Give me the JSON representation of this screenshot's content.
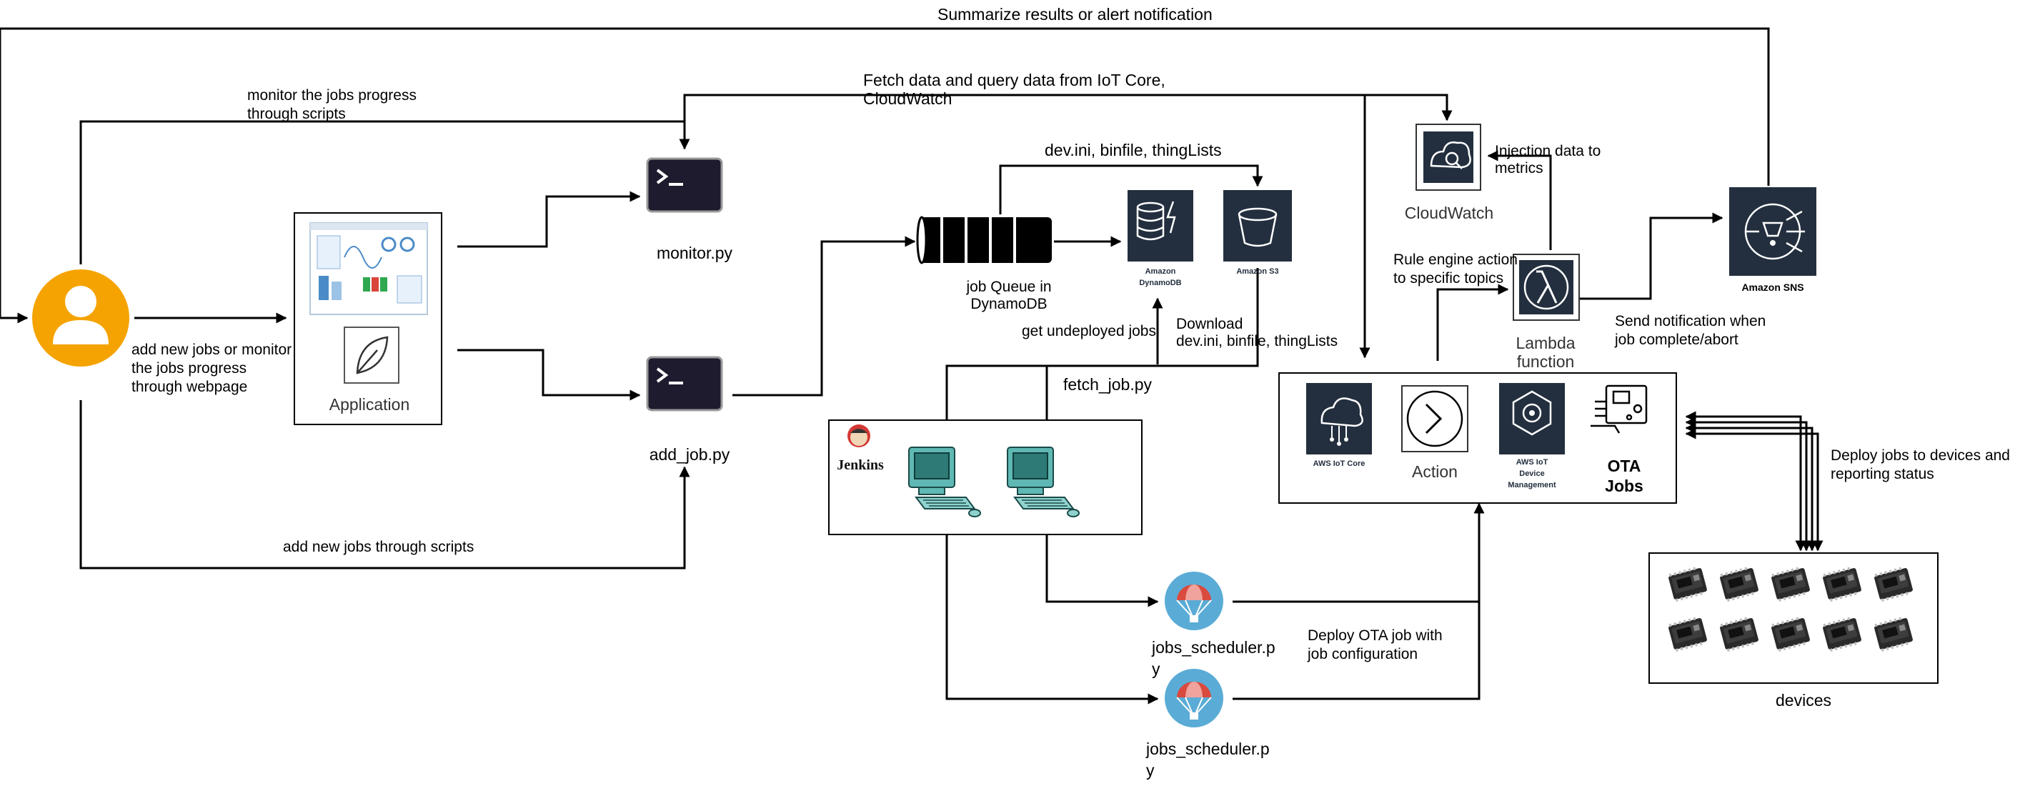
{
  "labels": {
    "summarize": "Summarize results or alert notification",
    "fetch_data_1": "Fetch data and query data from IoT Core,",
    "fetch_data_2": "CloudWatch",
    "monitor_scripts_1": "monitor the jobs progress",
    "monitor_scripts_2": "through scripts",
    "webpage_1": "add new jobs or monitor",
    "webpage_2": "the jobs progress",
    "webpage_3": "through webpage",
    "add_scripts": "add new jobs through scripts",
    "devini_top": "dev.ini, binfile, thingLists",
    "job_queue_1": "job Queue in",
    "job_queue_2": "DynamoDB",
    "get_undeployed": "get undeployed jobs",
    "download_1": "Download",
    "download_2": "dev.ini, binfile, thingLists",
    "fetch_job": "fetch_job.py",
    "injection_1": "Injection data to",
    "injection_2": "metrics",
    "rule_engine_1": "Rule engine action",
    "rule_engine_2": "to specific topics",
    "send_notif_1": "Send notification when",
    "send_notif_2": "job complete/abort",
    "deploy_ota_1": "Deploy OTA job with",
    "deploy_ota_2": "job configuration",
    "deploy_devices_1": "Deploy jobs to devices and",
    "deploy_devices_2": "reporting status"
  },
  "nodes": {
    "application": "Application",
    "monitor_py": "monitor.py",
    "add_job_py": "add_job.py",
    "dynamodb_1": "Amazon",
    "dynamodb_2": "DynamoDB",
    "s3": "Amazon S3",
    "cloudwatch": "CloudWatch",
    "lambda_1": "Lambda",
    "lambda_2": "function",
    "sns": "Amazon SNS",
    "iot_core": "AWS IoT Core",
    "action": "Action",
    "device_mgmt_1": "AWS IoT",
    "device_mgmt_2": "Device",
    "device_mgmt_3": "Management",
    "ota_1": "OTA",
    "ota_2": "Jobs",
    "jenkins": "Jenkins",
    "scheduler_1a": "jobs_scheduler.p",
    "scheduler_1b": "y",
    "scheduler_2a": "jobs_scheduler.p",
    "scheduler_2b": "y",
    "devices": "devices"
  },
  "colors": {
    "user_orange": "#F5A300",
    "aws_dark": "#232F3E",
    "terminal_dark": "#1F1B2E",
    "jenkins_teal": "#5FB8B3",
    "parachute_blue": "#5AACD6",
    "parachute_red": "#D94A3F"
  },
  "icons": {
    "user": "user-icon",
    "terminal": "terminal-icon",
    "dynamodb": "dynamodb-icon",
    "s3": "s3-bucket-icon",
    "cloudwatch": "cloudwatch-icon",
    "lambda": "lambda-icon",
    "sns": "sns-icon",
    "iot_core": "iot-core-icon",
    "action": "action-chevron-icon",
    "device_management": "device-management-icon",
    "ota": "ota-jobs-icon",
    "jenkins": "jenkins-icon",
    "computer": "computer-icon",
    "parachute": "parachute-icon",
    "device_board": "device-board-icon"
  }
}
